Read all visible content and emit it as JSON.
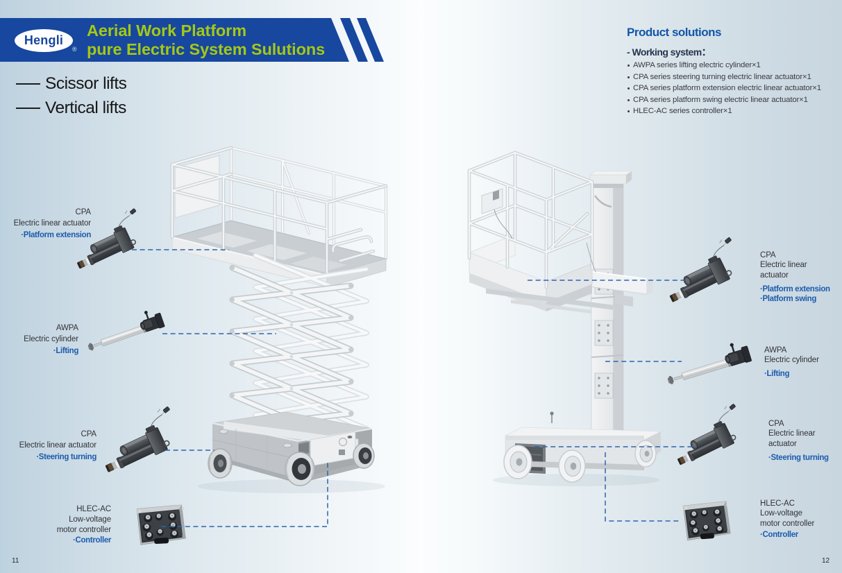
{
  "colors": {
    "banner_blue": "#17479e",
    "title_green": "#a5c815",
    "solutions_blue": "#1356a8",
    "feature_blue": "#1d5cad",
    "dash_blue": "#2e62ad",
    "text_dark": "#323236"
  },
  "header": {
    "logo_text": "Hengli",
    "logo_reg": "®",
    "title_line1": "Aerial Work Platform",
    "title_line2": "pure Electric System Sulutions"
  },
  "lift_types": {
    "items": [
      {
        "label": "Scissor lifts"
      },
      {
        "label": "Vertical lifts"
      }
    ]
  },
  "product_solutions": {
    "title": "Product solutions",
    "subtitle": "- Working system：",
    "items": [
      "AWPA series lifting electric cylinder×1",
      "CPA series steering turning electric linear actuator×1",
      "CPA series platform extension electric linear actuator×1",
      "CPA series platform swing electric linear actuator×1",
      "HLEC-AC series controller×1"
    ]
  },
  "machines": {
    "left": {
      "name": "scissor lift",
      "page_number": "11",
      "labels": {
        "platform_extension": {
          "l1": "CPA",
          "l2": "Electric linear actuator",
          "f1": "·Platform extension"
        },
        "lifting": {
          "l1": "AWPA",
          "l2": "Electric cylinder",
          "f1": "·Lifting"
        },
        "steering": {
          "l1": "CPA",
          "l2": "Electric linear actuator",
          "f1": "·Steering turning"
        },
        "controller": {
          "l1": "HLEC-AC",
          "l2": "Low-voltage",
          "l3": "motor controller",
          "f1": "·Controller"
        }
      }
    },
    "right": {
      "name": "vertical lift",
      "page_number": "12",
      "labels": {
        "platform_extension_swing": {
          "l1": "CPA",
          "l2": "Electric linear",
          "l3": "actuator",
          "f1": "·Platform extension",
          "f2": "·Platform swing"
        },
        "lifting": {
          "l1": "AWPA",
          "l2": "Electric cylinder",
          "f1": "·Lifting"
        },
        "steering": {
          "l1": "CPA",
          "l2": "Electric linear",
          "l3": "actuator",
          "f1": "·Steering turning"
        },
        "controller": {
          "l1": "HLEC-AC",
          "l2": "Low-voltage",
          "l3": "motor controller",
          "f1": "·Controller"
        }
      }
    }
  }
}
